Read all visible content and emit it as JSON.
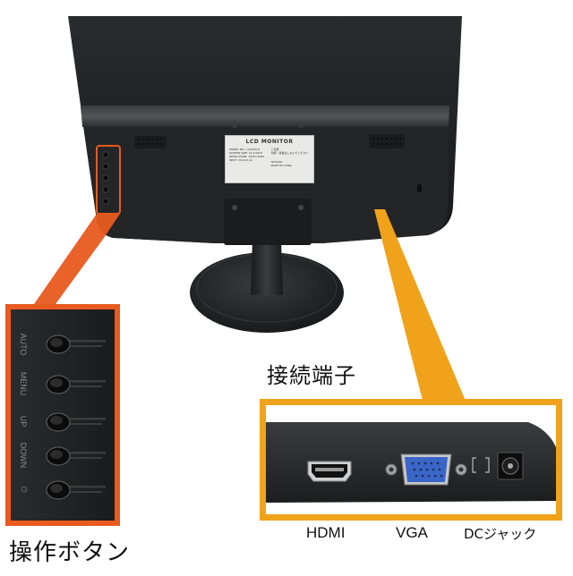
{
  "monitor_label": {
    "title": "LCD MONITOR",
    "lines": [
      "MODEL NO.: LL215W B",
      "SCREEN SIZE: 21.5 INCH",
      "RESOLUTION: 1920×1080",
      "INPUT: DC12V 2A"
    ],
    "right_lines": [
      "ご注意",
      "分解・改造はしないでください",
      "",
      ""
    ],
    "brand": "ISHIZAKI",
    "made_in": "MADE IN CHINA"
  },
  "buttons_panel": {
    "labels": [
      "AUTO",
      "MENU",
      "UP",
      "DOWN",
      "⏻"
    ]
  },
  "ports": {
    "heading": "接続端子",
    "hdmi_label": "HDMI",
    "vga_label": "VGA",
    "dc_label": "DCジャック"
  },
  "buttons": {
    "heading": "操作ボタン"
  },
  "colors": {
    "orange_callout": "#e85a1e",
    "yellow_callout": "#f0a31a",
    "monitor_body": "#1d1e20",
    "vga_blue": "#3a66c8"
  }
}
